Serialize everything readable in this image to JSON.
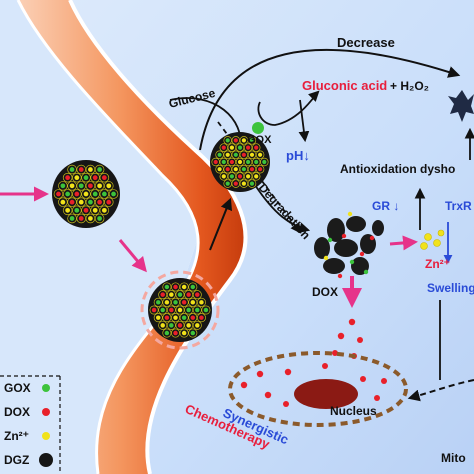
{
  "labels": {
    "decrease": "Decrease",
    "gluconic_acid": "Gluconic acid",
    "h2o2": "+ H₂O₂",
    "glucose": "Glucose",
    "gox_enzyme": "GOX",
    "ph": "pH↓",
    "antioxidation": "Antioxidation dysho",
    "degradation": "Degradation",
    "gr": "GR ↓",
    "trxr": "TrxR",
    "zn_ion": "Zn²⁺",
    "swelling": "Swelling",
    "dox": "DOX",
    "nucleus": "Nucleus",
    "synergistic": "Synergistic",
    "chemotherapy": "Chemotherapy",
    "mito": "Mito"
  },
  "legend": [
    "GOX",
    "DOX",
    "Zn²⁺",
    "DGZ"
  ],
  "colors": {
    "gox": "#3cc33c",
    "dox": "#e8202a",
    "zn": "#f1e21b",
    "red_text": "#e81e3c",
    "blue_text": "#2a4bd7",
    "arrow_pink": "#e6338a",
    "nucleus": "#8b1a14",
    "membrane": "#f08a55"
  }
}
